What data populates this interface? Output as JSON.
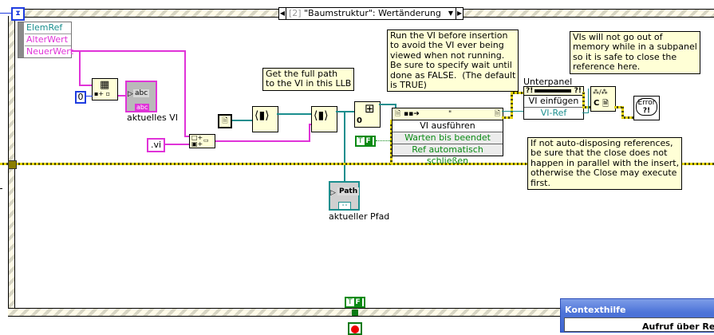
{
  "event_structure": {
    "case_selector": "[2] \"Baumstruktur\": Wertänderung",
    "case_index": "[2]",
    "timeout_icon": "hourglass-icon",
    "event_data_terminals": [
      "ElemRef",
      "AlterWert",
      "NeuerWert"
    ]
  },
  "constants": {
    "index_zero": "0",
    "extension": ".vi",
    "empty_string": "\"",
    "wait_until_done_bool": {
      "t": "T",
      "f": "F"
    },
    "loop_stop_bool": {
      "t": "T",
      "f": "F"
    }
  },
  "indicators": {
    "current_vi": {
      "label": "aktuelles VI",
      "type_text": "abc",
      "type_badge": "abc"
    },
    "current_path": {
      "label": "aktueller Pfad",
      "type_text": "Path"
    }
  },
  "comments": {
    "run_vi": "Run the VI before insertion\nto avoid the VI ever being\nviewed when not running.\nBe sure to specify wait until\ndone as FALSE.  (The default\nis TRUE)",
    "full_path": "Get the full path\nto the VI in this LLB",
    "memory": "VIs will not go out of\nmemory while in a subpanel\nso it is safe to close the\nreference here.",
    "auto_dispose": "If not auto-disposing references,\nbe sure that the close does not\nhappen in parallel with the insert,\notherwise the Close may execute\nfirst."
  },
  "invoke_run_vi": {
    "method": "VI ausführen",
    "inputs": [
      "Warten bis beendet",
      "Ref automatisch schließen"
    ]
  },
  "subpanel": {
    "label": "Unterpanel",
    "method": "VI einfügen",
    "input": "VI-Ref"
  },
  "close_ref_node": {
    "letter": "C"
  },
  "error_handler": {
    "text": "Error",
    "glyph": "?!"
  },
  "context_help": {
    "title": "Kontexthilfe",
    "content_partial": "Aufruf über Refe"
  },
  "colors": {
    "string_wire": "#e033d8",
    "reference_wire": "#1b8e8e",
    "error_wire": "#e3d300",
    "numeric": "#1f3de0",
    "boolean": "#0a8a14",
    "note_bg": "#ffffd6"
  }
}
